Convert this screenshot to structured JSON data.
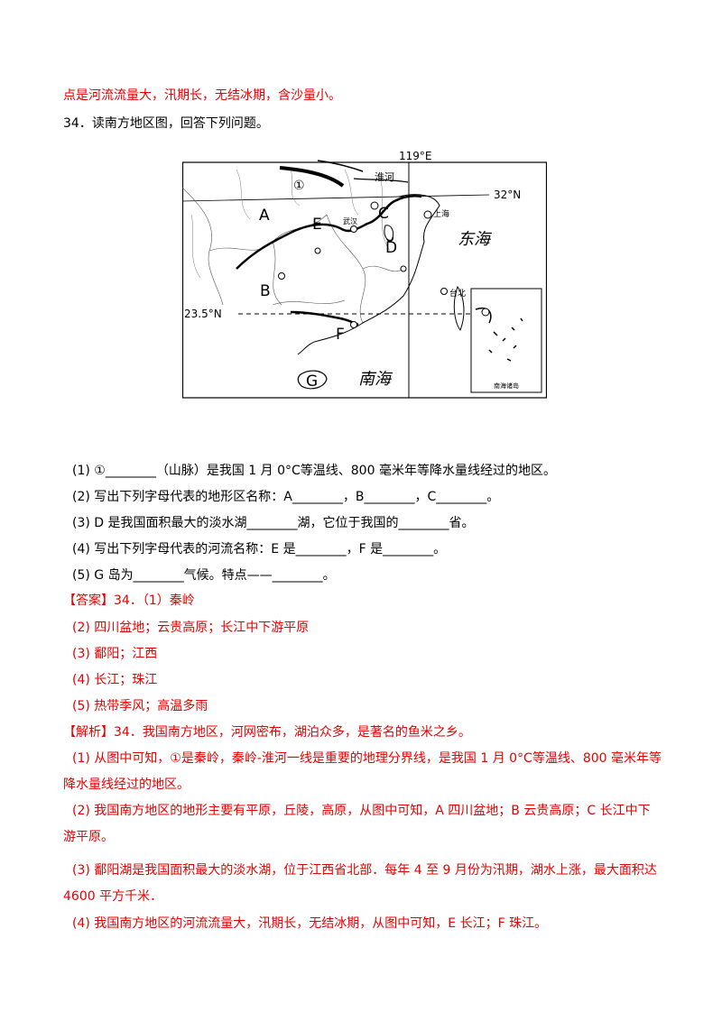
{
  "top_line": "点是河流流量大，汛期长，无结冰期，含沙量小。",
  "question_title": "34．读南方地区图，回答下列问题。",
  "map": {
    "lon_label": "119°E",
    "lat32_label": "32°N",
    "lat23_label": "23.5°N",
    "label_huaihe": "淮河",
    "label_shanghai": "上海",
    "label_wuhan": "武汉",
    "label_taibei": "台北",
    "label_donghai": "东海",
    "label_nanhai": "南海",
    "label_circle1": "①",
    "letters": [
      "A",
      "B",
      "C",
      "D",
      "E",
      "F",
      "G"
    ],
    "inset_label": "南海诸岛"
  },
  "questions": [
    "(1) ①________（山脉）是我国 1 月 0°C等温线、800 毫米年等降水量线经过的地区。",
    "(2) 写出下列字母代表的地形区名称：A________，B________，C________。",
    "(3) D 是我国面积最大的淡水湖________湖，它位于我国的________省。",
    "(4) 写出下列字母代表的河流名称：E 是________，F 是________。",
    "(5) G 岛为________气候。特点——________。"
  ],
  "answer": {
    "header": "【答案】34．（1）秦岭",
    "items": [
      "(2) 四川盆地；云贵高原；长江中下游平原",
      "(3) 鄱阳；江西",
      "(4) 长江；珠江",
      "(5) 热带季风；高温多雨"
    ]
  },
  "analysis": {
    "header": "【解析】34．我国南方地区，河网密布，湖泊众多，是著名的鱼米之乡。",
    "lines": [
      "(1) 从图中可知，①是秦岭，秦岭-淮河一线是重要的地理分界线，是我国 1 月 0°C等温线、800 毫米年等",
      "降水量线经过的地区。",
      "(2) 我国南方地区的地形主要有平原，丘陵，高原，从图中可知，A 四川盆地；B 云贵高原；C 长江中下",
      "游平原。",
      "(3) 鄱阳湖是我国面积最大的淡水湖，位于江西省北部．每年 4 至 9 月份为汛期，湖水上涨，最大面积达",
      "4600 平方千米．",
      "(4) 我国南方地区的河流流量大，汛期长，无结冰期，从图中可知，E 长江；F 珠江。"
    ]
  }
}
